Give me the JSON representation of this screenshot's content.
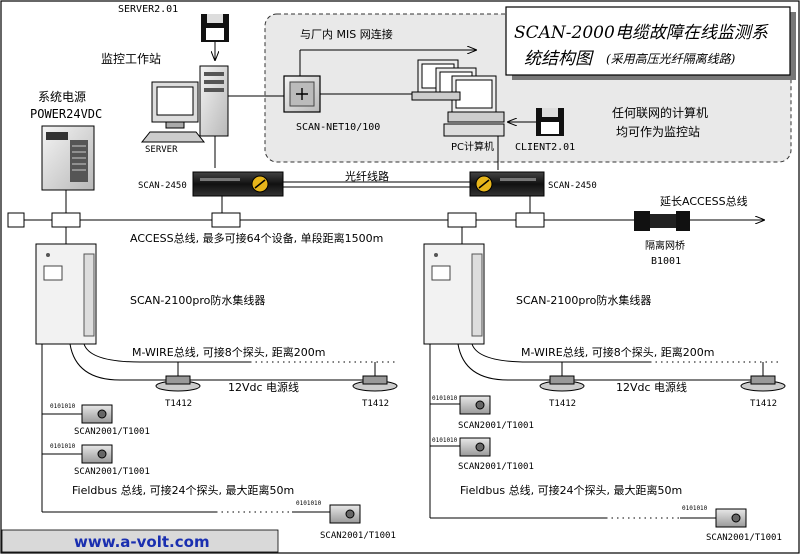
{
  "title": {
    "line1": "SCAN-2000电缆故障在线监测系",
    "line2_main": "统结构图",
    "line2_sub": "(采用高压光纤隔离线路)"
  },
  "top": {
    "server_version": "SERVER2.01",
    "workstation_label": "监控工作站",
    "server_label": "SERVER",
    "mis_label": "与厂内 MIS 网连接",
    "net_label": "SCAN-NET10/100",
    "pc_label": "PC计算机",
    "client_version": "CLIENT2.01",
    "any_pc_line1": "任何联网的计算机",
    "any_pc_line2": "均可作为监控站"
  },
  "power": {
    "label1": "系统电源",
    "label2": "POWER24VDC"
  },
  "fiber": {
    "left_label": "SCAN-2450",
    "right_label": "SCAN-2450",
    "line_label": "光纤线路"
  },
  "access": {
    "bus_label": "ACCESS总线, 最多可接64个设备, 单段距离1500m",
    "extend_label": "延长ACCESS总线",
    "bridge_label": "隔离网桥",
    "bridge_model": "B1001"
  },
  "collector": {
    "name": "SCAN-2100pro防水集线器",
    "mwire": "M-WIRE总线, 可接8个探头, 距离200m",
    "power_line": "12Vdc 电源线",
    "probe": "T1412",
    "sensor": "SCAN2001/T1001",
    "fieldbus": "Fieldbus 总线, 可接24个探头, 最大距离50m",
    "data_bits": "0101010"
  },
  "footer": {
    "url": "www.a-volt.com"
  }
}
